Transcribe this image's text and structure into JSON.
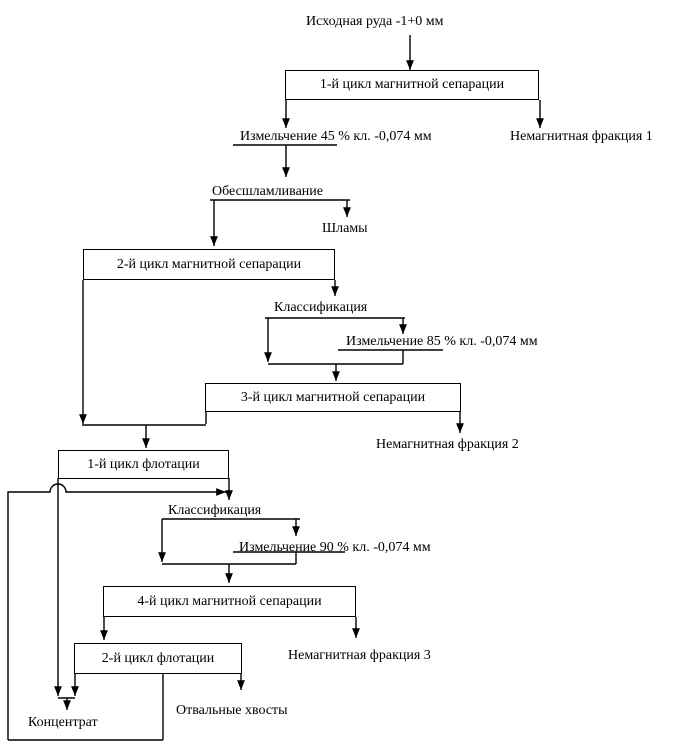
{
  "nodes": {
    "ore": "Исходная руда -1+0 мм",
    "mag1": "1-й цикл магнитной сепарации",
    "grind1": "Измельчение 45 % кл. -0,074 мм",
    "nonmag1": "Немагнитная фракция 1",
    "desliming": "Обесшламливание",
    "slimes": "Шламы",
    "mag2": "2-й цикл магнитной сепарации",
    "class1": "Классификация",
    "grind2": "Измельчение 85 % кл. -0,074 мм",
    "mag3": "3-й цикл магнитной сепарации",
    "nonmag2": "Немагнитная фракция 2",
    "flot1": "1-й цикл флотации",
    "class2": "Классификация",
    "grind3": "Измельчение 90 % кл. -0,074 мм",
    "mag4": "4-й цикл магнитной сепарации",
    "nonmag3": "Немагнитная фракция 3",
    "flot2": "2-й цикл флотации",
    "tailings": "Отвальные хвосты",
    "concentrate": "Концентрат"
  }
}
